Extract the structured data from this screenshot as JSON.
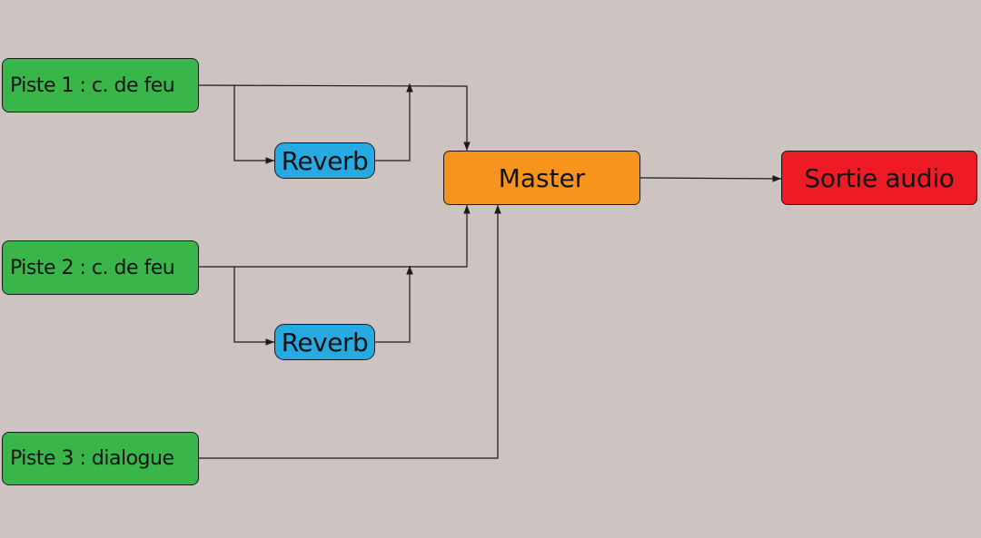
{
  "colors": {
    "background": "#cdc3c0",
    "track": "#3ab54a",
    "reverb": "#27aae1",
    "master": "#f7941d",
    "output": "#ed1c24",
    "wire": "#1a1a1a"
  },
  "tracks": [
    {
      "label": "Piste 1 : c. de feu"
    },
    {
      "label": "Piste 2 : c. de feu"
    },
    {
      "label": "Piste 3 : dialogue"
    }
  ],
  "reverbs": [
    {
      "label": "Reverb"
    },
    {
      "label": "Reverb"
    }
  ],
  "master": {
    "label": "Master"
  },
  "output": {
    "label": "Sortie audio"
  }
}
